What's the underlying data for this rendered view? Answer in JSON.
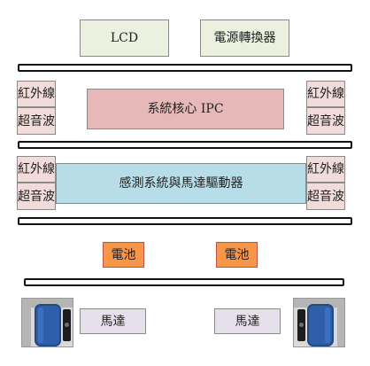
{
  "top": {
    "lcd": "LCD",
    "power_converter": "電源轉換器"
  },
  "tier1": {
    "left": {
      "ir": "紅外線",
      "ultrasonic": "超音波"
    },
    "right": {
      "ir": "紅外線",
      "ultrasonic": "超音波"
    },
    "center": "系統核心 IPC"
  },
  "tier2": {
    "left": {
      "ir": "紅外線",
      "ultrasonic": "超音波"
    },
    "right": {
      "ir": "紅外線",
      "ultrasonic": "超音波"
    },
    "center": "感測系統與馬達驅動器"
  },
  "batteries": {
    "left": "電池",
    "right": "電池"
  },
  "motors": {
    "left": "馬達",
    "right": "馬達"
  },
  "colors": {
    "top_box": "#ebf1de",
    "sensor_box": "#f2dcdb",
    "ipc_box": "#e6b9b8",
    "driver_box": "#b7dee8",
    "battery_box": "#f79646",
    "motor_box": "#e5e0ec",
    "wheel_tire": "#2f5fa8"
  }
}
